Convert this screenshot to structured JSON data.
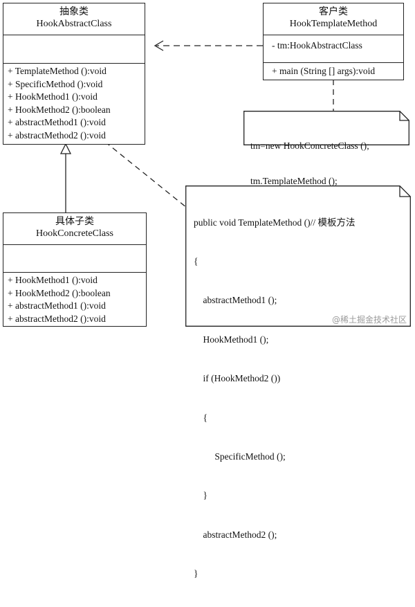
{
  "abstract_class": {
    "title_cn": "抽象类",
    "title_en": "HookAbstractClass",
    "methods": [
      "+ TemplateMethod ():void",
      "+ SpecificMethod ():void",
      "+ HookMethod1 ():void",
      "+ HookMethod2 ():boolean",
      "+ abstractMethod1 ():void",
      "+ abstractMethod2 ():void"
    ]
  },
  "client_class": {
    "title_cn": "客户类",
    "title_en": "HookTemplateMethod",
    "attributes": [
      "- tm:HookAbstractClass"
    ],
    "methods": [
      "+ main (String [] args):void"
    ]
  },
  "concrete_class": {
    "title_cn": "具体子类",
    "title_en": "HookConcreteClass",
    "methods": [
      "+ HookMethod1 ():void",
      "+ HookMethod2 ():boolean",
      "+ abstractMethod1 ():void",
      "+ abstractMethod2 ():void"
    ]
  },
  "client_note": {
    "lines": [
      "tm=new HookConcreteClass ();",
      "tm.TemplateMethod ();"
    ]
  },
  "template_note": {
    "lines": [
      "public void TemplateMethod ()// 模板方法",
      "{",
      "    abstractMethod1 ();",
      "    HookMethod1 ();",
      "    if (HookMethod2 ())",
      "    {",
      "         SpecificMethod ();",
      "    }",
      "    abstractMethod2 ();",
      "}"
    ]
  },
  "watermark": "@稀土掘金技术社区"
}
